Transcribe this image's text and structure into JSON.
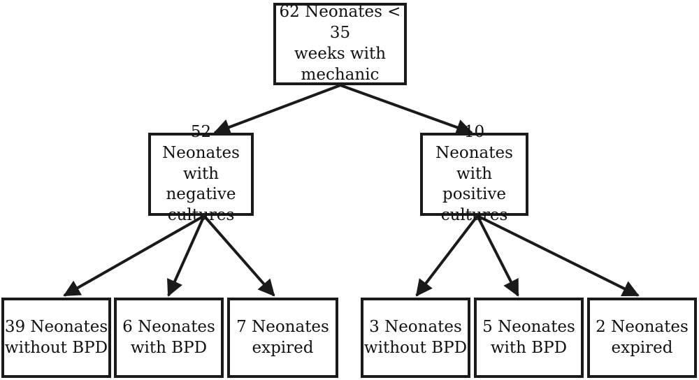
{
  "colors": {
    "stroke": "#1a1a1a",
    "text": "#111111",
    "background": "#ffffff"
  },
  "nodes": {
    "root": {
      "lines": [
        "62 Neonates < 35",
        "weeks with",
        "mechanic"
      ]
    },
    "negative": {
      "lines": [
        "52 Neonates",
        "with negative",
        "cultures"
      ]
    },
    "positive": {
      "lines": [
        "10 Neonates",
        "with positive",
        "cultures"
      ]
    },
    "neg_without_bpd": {
      "lines": [
        "39 Neonates",
        "without BPD"
      ]
    },
    "neg_with_bpd": {
      "lines": [
        "6 Neonates",
        "with BPD"
      ]
    },
    "neg_expired": {
      "lines": [
        "7 Neonates",
        "expired"
      ]
    },
    "pos_without_bpd": {
      "lines": [
        "3 Neonates",
        "without BPD"
      ]
    },
    "pos_with_bpd": {
      "lines": [
        "5 Neonates",
        "with BPD"
      ]
    },
    "pos_expired": {
      "lines": [
        "2 Neonates",
        "expired"
      ]
    }
  },
  "edges": [
    {
      "from": "root",
      "to": "negative"
    },
    {
      "from": "root",
      "to": "positive"
    },
    {
      "from": "negative",
      "to": "neg_without_bpd"
    },
    {
      "from": "negative",
      "to": "neg_with_bpd"
    },
    {
      "from": "negative",
      "to": "neg_expired"
    },
    {
      "from": "positive",
      "to": "pos_without_bpd"
    },
    {
      "from": "positive",
      "to": "pos_with_bpd"
    },
    {
      "from": "positive",
      "to": "pos_expired"
    }
  ]
}
